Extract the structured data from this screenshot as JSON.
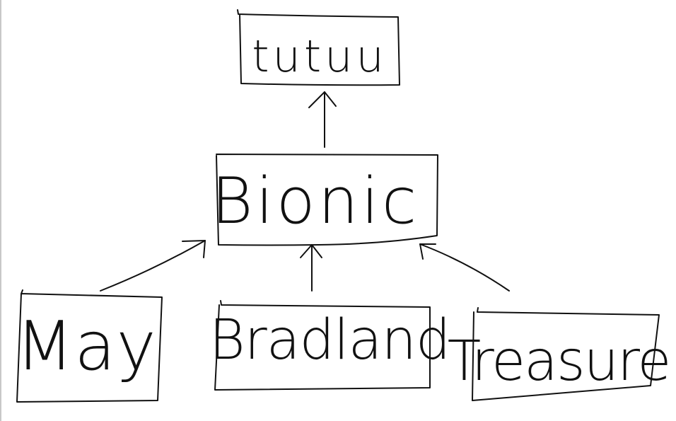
{
  "diagram": {
    "nodes": {
      "top": {
        "label": "tutuu"
      },
      "middle": {
        "label": "Bionic"
      },
      "left": {
        "label": "May"
      },
      "center": {
        "label": "Bradland"
      },
      "right": {
        "label": "Treasure"
      }
    },
    "edges": [
      {
        "from": "middle",
        "to": "top"
      },
      {
        "from": "left",
        "to": "middle"
      },
      {
        "from": "center",
        "to": "middle"
      },
      {
        "from": "right",
        "to": "middle"
      }
    ],
    "colors": {
      "stroke": "#111111",
      "background": "#ffffff"
    }
  }
}
